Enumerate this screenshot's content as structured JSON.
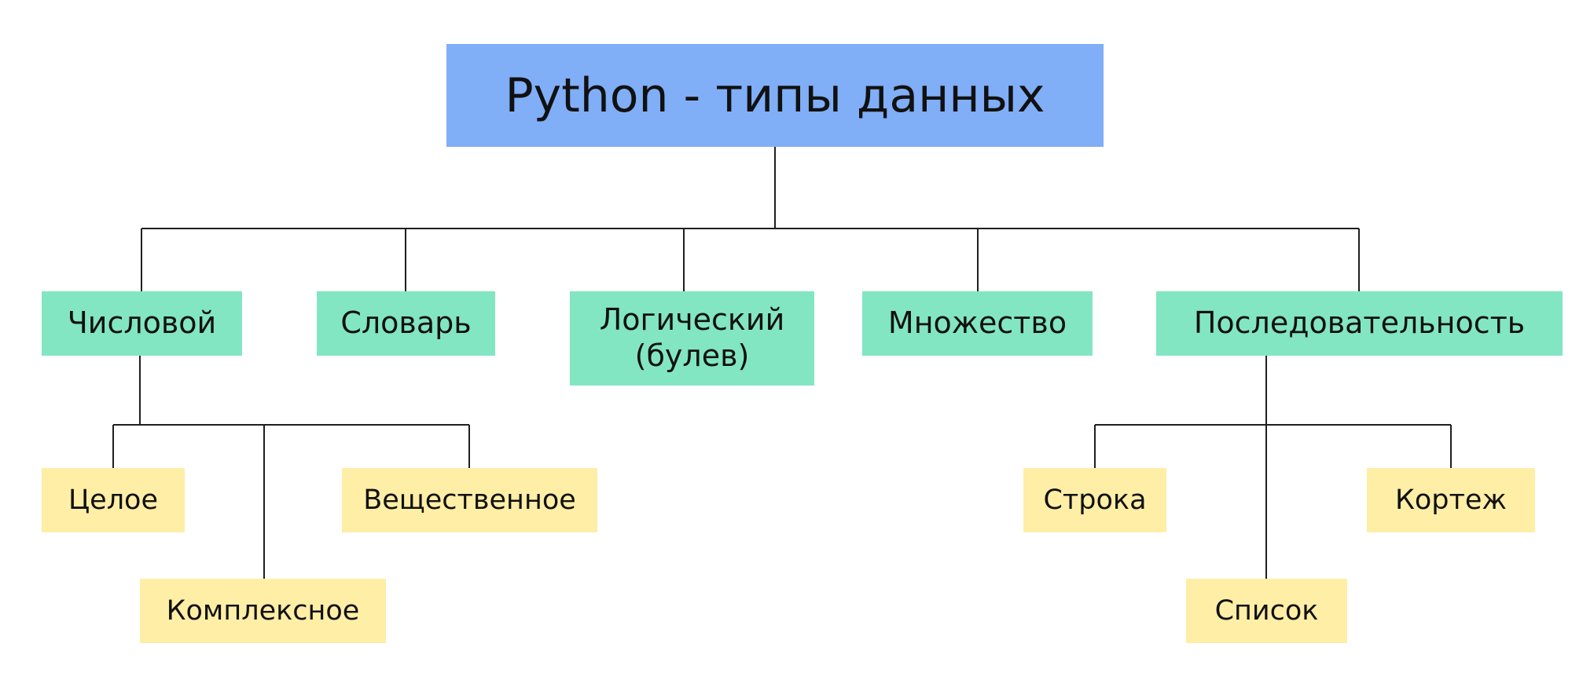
{
  "colors": {
    "root_fill": "#80aef7",
    "category_fill": "#82e6c2",
    "subtype_fill": "#feeea6",
    "connector": "#1f1f1f"
  },
  "root": {
    "label": "Python - типы данных"
  },
  "categories": [
    {
      "label": "Числовой"
    },
    {
      "label": "Словарь"
    },
    {
      "label": "Логический\n(булев)"
    },
    {
      "label": "Множество"
    },
    {
      "label": "Последовательность"
    }
  ],
  "subtypes": {
    "numeric": [
      {
        "label": "Целое"
      },
      {
        "label": "Комплексное"
      },
      {
        "label": "Вещественное"
      }
    ],
    "sequence": [
      {
        "label": "Строка"
      },
      {
        "label": "Список"
      },
      {
        "label": "Кортеж"
      }
    ]
  }
}
